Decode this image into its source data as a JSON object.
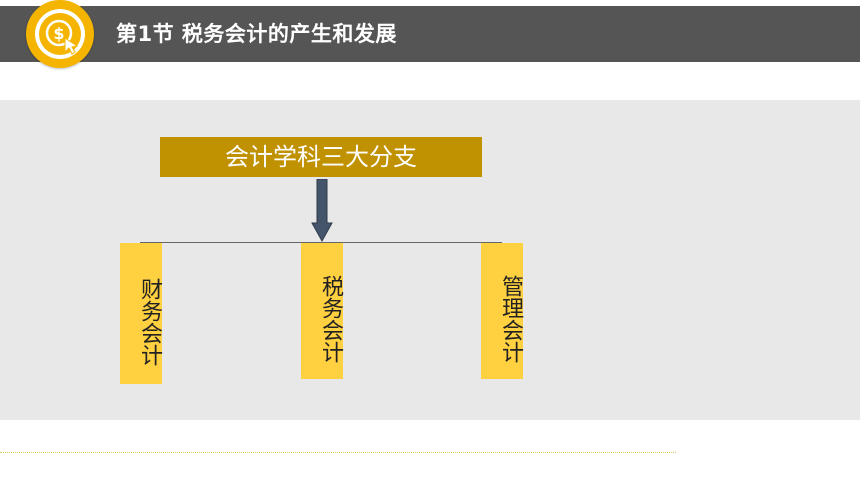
{
  "header": {
    "title": "第1节  税务会计的产生和发展",
    "logo_icon": "money-cursor-icon",
    "bar_color": "#555555",
    "logo_color": "#f4b400"
  },
  "diagram": {
    "root": "会计学科三大分支",
    "branches": [
      "财务会计",
      "税务会计",
      "管理会计"
    ],
    "root_color": "#c09100",
    "branch_color": "#ffd040"
  }
}
